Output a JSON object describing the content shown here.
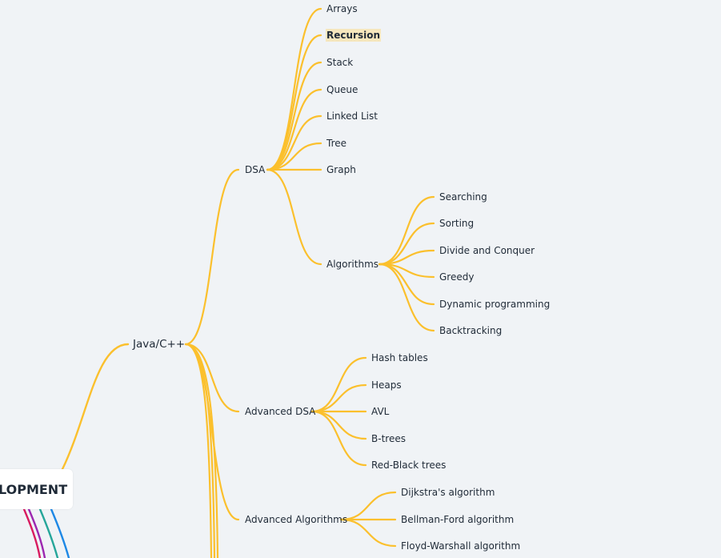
{
  "colors": {
    "branch": "#fbc02d",
    "background": "#f0f3f6",
    "text": "#1f2a37",
    "highlight": "#f6e7bd",
    "root_branches": [
      "#d81b60",
      "#9c27b0",
      "#26a69a",
      "#1e88e5"
    ]
  },
  "root": {
    "label": "LOPMENT"
  },
  "java": {
    "label": "Java/C++"
  },
  "dsa": {
    "label": "DSA",
    "items": [
      "Arrays",
      "Recursion",
      "Stack",
      "Queue",
      "Linked List",
      "Tree",
      "Graph"
    ]
  },
  "algorithms": {
    "label": "Algorithms",
    "items": [
      "Searching",
      "Sorting",
      "Divide and Conquer",
      "Greedy",
      "Dynamic programming",
      "Backtracking"
    ]
  },
  "advanced_dsa": {
    "label": "Advanced DSA",
    "items": [
      "Hash tables",
      "Heaps",
      "AVL",
      "B-trees",
      "Red-Black trees"
    ]
  },
  "advanced_algorithms": {
    "label": "Advanced Algorithms",
    "items": [
      "Dijkstra's algorithm",
      "Bellman-Ford algorithm",
      "Floyd-Warshall algorithm"
    ]
  }
}
